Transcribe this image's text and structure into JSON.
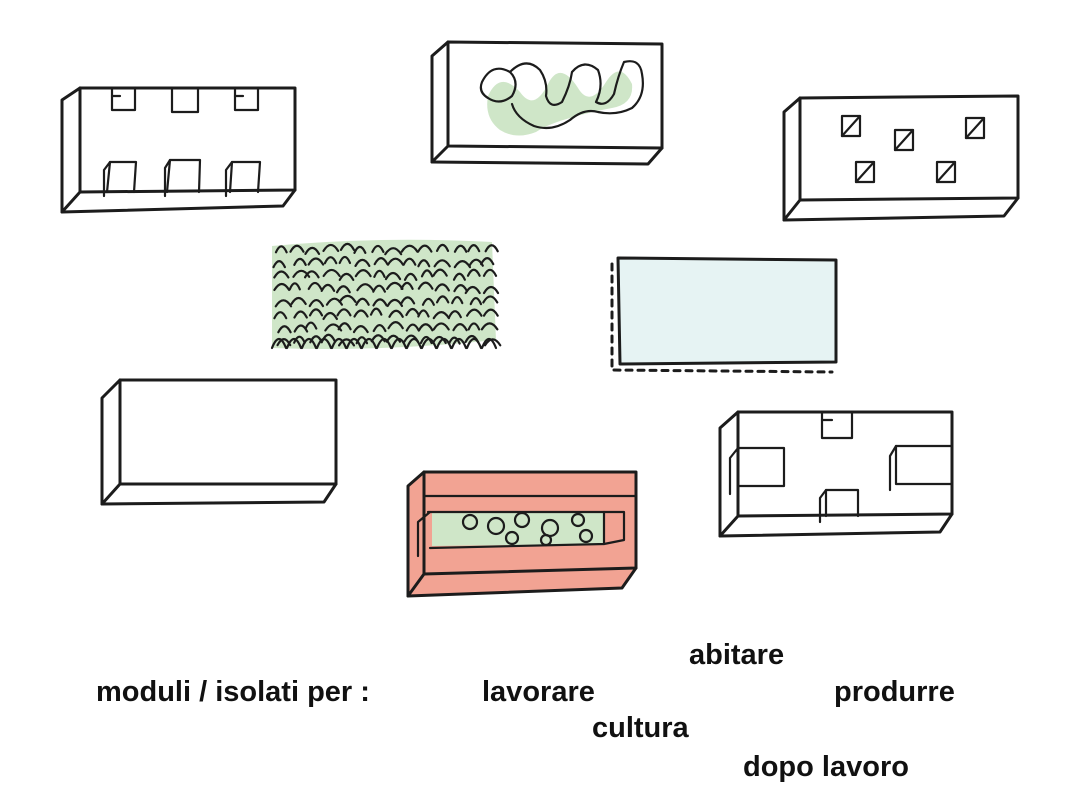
{
  "caption": {
    "intro": "moduli / isolati per :",
    "functions": {
      "abitare": "abitare",
      "lavorare": "lavorare",
      "produrre": "produrre",
      "cultura": "cultura",
      "dopo_lavoro": "dopo lavoro"
    }
  },
  "colors": {
    "ink": "#1c1c1c",
    "green_fill": "#cfe6c8",
    "light_blue_fill": "#e6f3f3",
    "salmon_fill": "#f2a393",
    "background": "#ffffff"
  },
  "modules": [
    {
      "name": "module-castellated-block",
      "fill": "none"
    },
    {
      "name": "module-garden-block",
      "fill": "green_fill"
    },
    {
      "name": "module-window-block",
      "fill": "none"
    },
    {
      "name": "module-tree-canopy",
      "fill": "green_fill"
    },
    {
      "name": "module-open-plaza",
      "fill": "light_blue_fill"
    },
    {
      "name": "module-plain-block",
      "fill": "none"
    },
    {
      "name": "module-courtyard-block",
      "fill": "salmon_fill"
    },
    {
      "name": "module-cutout-block",
      "fill": "none"
    }
  ]
}
